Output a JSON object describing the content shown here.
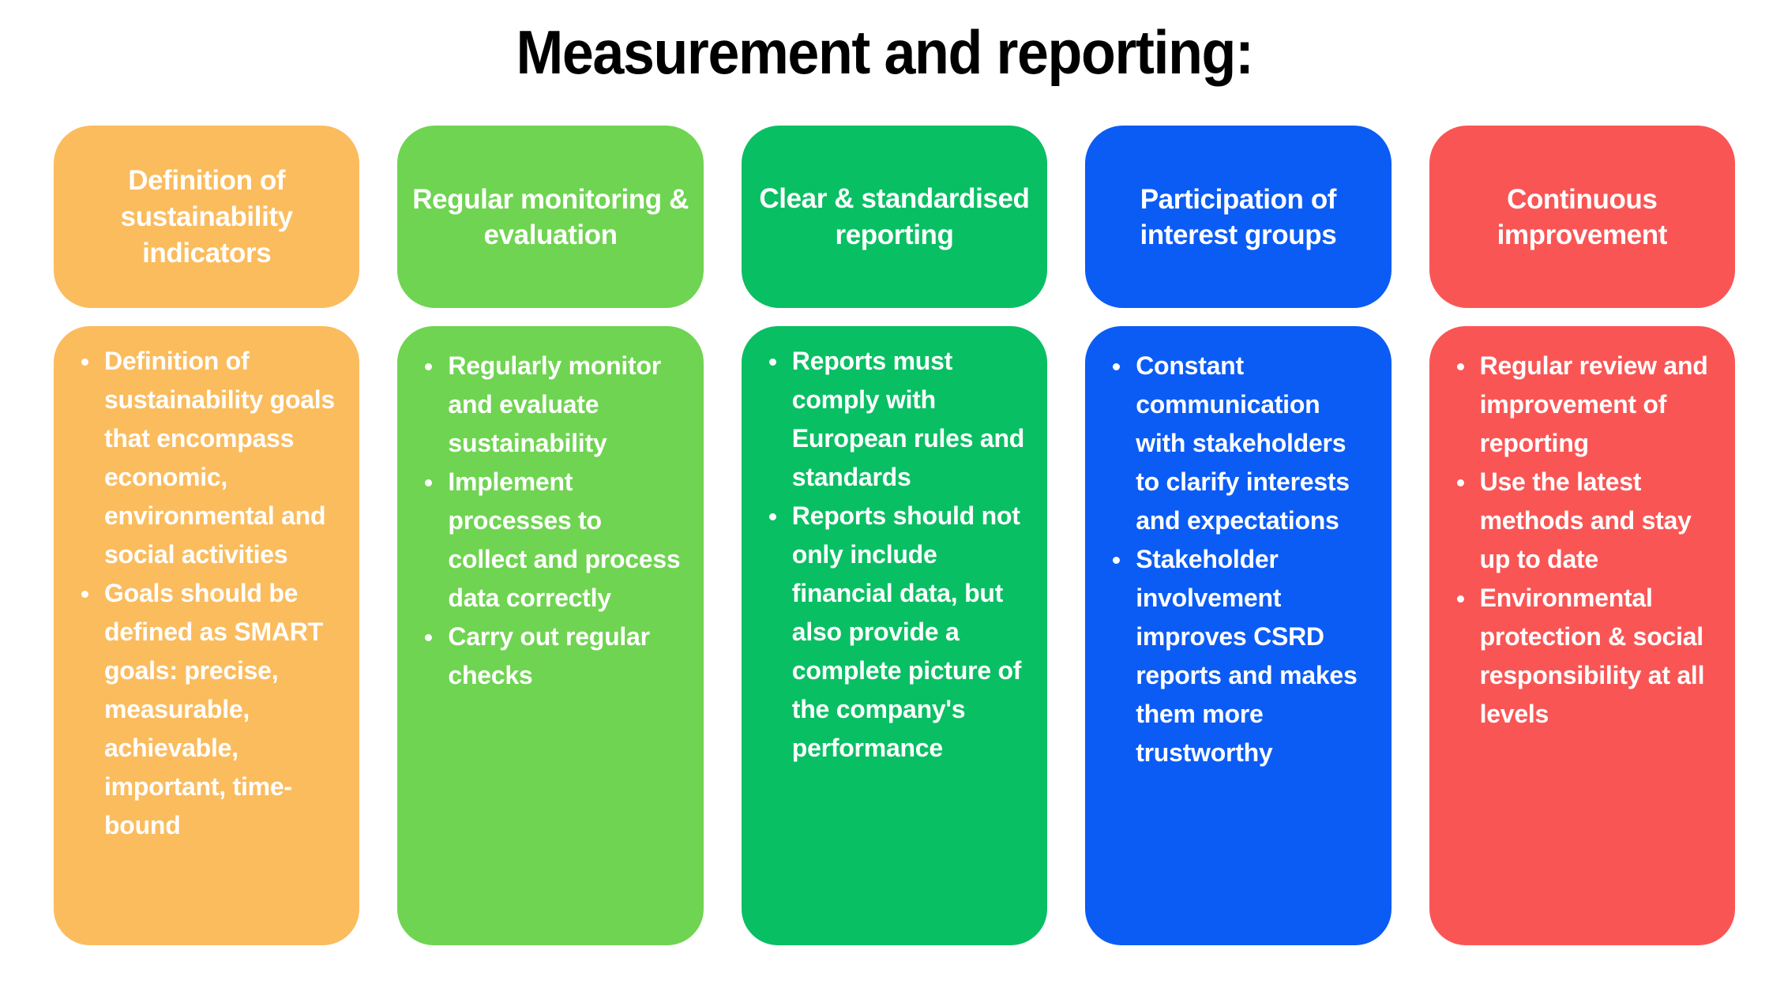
{
  "slide": {
    "title": "Measurement and reporting:",
    "background": "#ffffff",
    "title_color": "#000000"
  },
  "columns": [
    {
      "id": "definition-of-sustainability-indicators",
      "color": "#FBBC5E",
      "header": "Definition of sustainability indicators",
      "bullets": [
        "Definition of sustainability goals that encompass economic, environmental and social activities",
        "Goals should be defined as SMART goals: precise, measurable, achievable, important, time-bound"
      ]
    },
    {
      "id": "regular-monitoring-and-evaluation",
      "color": "#6FD451",
      "header": "Regular monitoring & evaluation",
      "bullets": [
        "Regularly monitor and evaluate sustainability",
        "Implement processes to collect and process data correctly",
        "Carry out regular checks"
      ]
    },
    {
      "id": "clear-and-standardised-reporting",
      "color": "#09BF63",
      "header": "Clear & standardised reporting",
      "bullets": [
        "Reports must comply with European rules and standards",
        "Reports should not only include financial data, but also provide a complete picture of the company's performance"
      ]
    },
    {
      "id": "participation-of-interest-groups",
      "color": "#0B5CF5",
      "header": "Participation of interest groups",
      "bullets": [
        "Constant communication with stakeholders to clarify interests and expectations",
        "Stakeholder involvement improves CSRD reports and makes them more trustworthy"
      ]
    },
    {
      "id": "continuous-improvement",
      "color": "#FA5555",
      "header": "Continuous improvement",
      "bullets": [
        "Regular review and improvement of reporting",
        "Use the latest methods and stay up to date",
        "Environmental protection & social responsibility at all levels"
      ]
    }
  ]
}
